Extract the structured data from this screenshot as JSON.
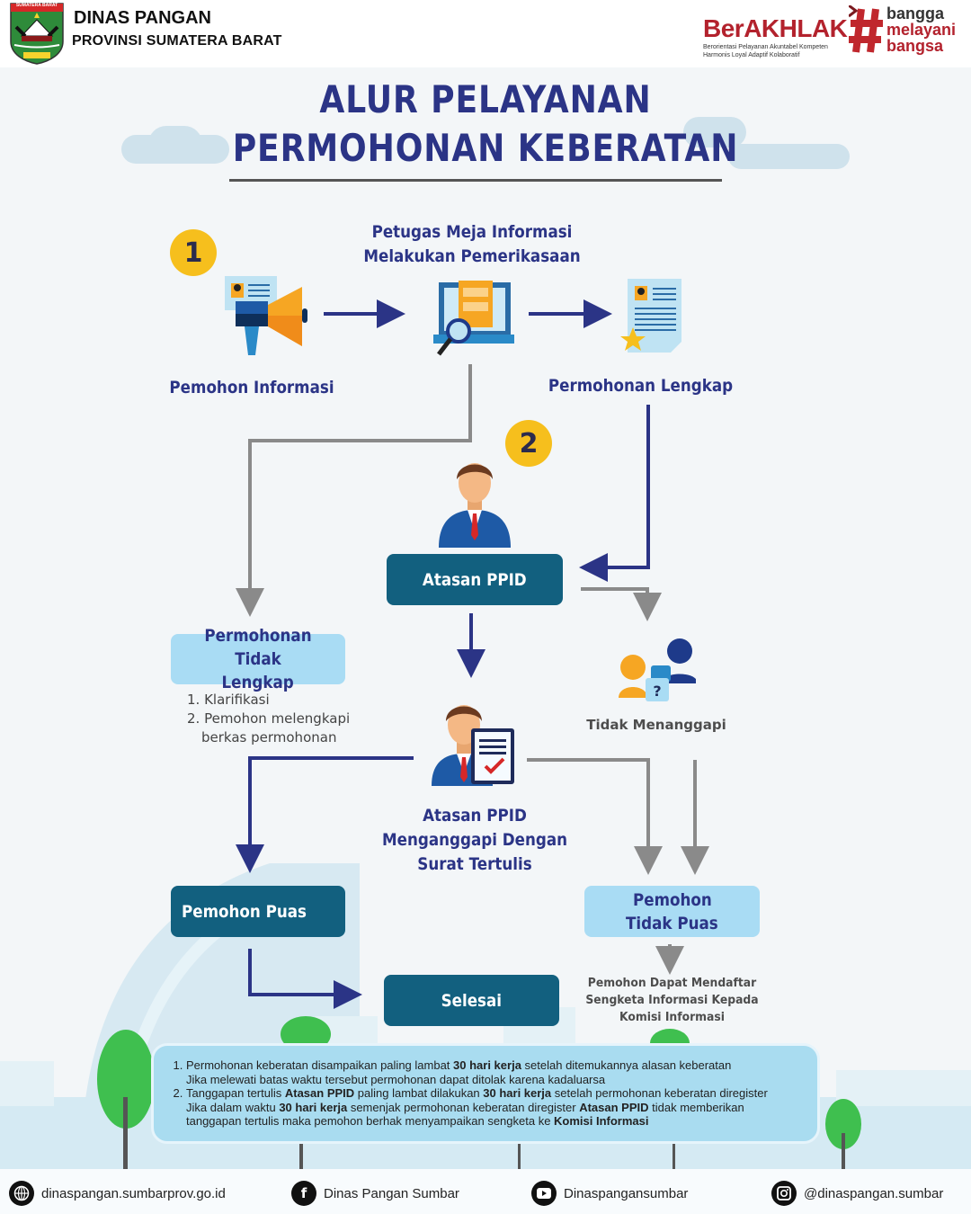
{
  "header": {
    "logo_banner": "SUMATERA BARAT",
    "org_name": "DINAS PANGAN",
    "org_province": "PROVINSI SUMATERA BARAT",
    "campaign": {
      "name": "BerAKHLAK",
      "subtitle_line1": "Berorientasi Pelayanan Akuntabel Kompeten",
      "subtitle_line2": "Harmonis Loyal Adaptif Kolaboratif",
      "hashtag": "#",
      "slogan": [
        "bangga",
        "melayani",
        "bangsa"
      ]
    }
  },
  "title": {
    "line1": "ALUR PELAYANAN",
    "line2": "PERMOHONAN KEBERATAN"
  },
  "flow": {
    "step1_badge": "1",
    "step2_badge": "2",
    "pemohon_informasi": "Pemohon Informasi",
    "petugas_line1": "Petugas Meja Informasi",
    "petugas_line2": "Melakukan Pemerikasaan",
    "permohonan_lengkap": "Permohonan Lengkap",
    "atasan_ppid": "Atasan PPID",
    "tidak_lengkap_line1": "Permohonan Tidak",
    "tidak_lengkap_line2": "Lengkap",
    "tidak_lengkap_steps": [
      "1. Klarifikasi",
      "2. Pemohon melengkapi",
      "berkas permohonan"
    ],
    "tidak_menanggapi": "Tidak Menanggapi",
    "menanggapi_line1": "Atasan PPID",
    "menanggapi_line2": "Menganggapi Dengan",
    "menanggapi_line3": "Surat Tertulis",
    "pemohon_puas": "Pemohon Puas",
    "tidak_puas_line1": "Pemohon",
    "tidak_puas_line2": "Tidak Puas",
    "selesai": "Selesai",
    "sengketa_line1": "Pemohon Dapat Mendaftar",
    "sengketa_line2": "Sengketa Informasi Kepada",
    "sengketa_line3": "Komisi Informasi"
  },
  "notes": {
    "item1_a": "Permohonan keberatan disampaikan paling lambat ",
    "item1_b": "30 hari kerja",
    "item1_c": " setelah ditemukannya alasan keberatan",
    "item1_d": "Jika melewati batas waktu tersebut permohonan dapat ditolak karena kadaluarsa",
    "item2_a": "Tanggapan tertulis ",
    "item2_b": "Atasan PPID",
    "item2_c": " paling lambat dilakukan ",
    "item2_d": "30 hari kerja",
    "item2_e": " setelah permohonan keberatan diregister",
    "item2_f": "Jika dalam waktu ",
    "item2_g": "30 hari kerja",
    "item2_h": " semenjak permohonan keberatan diregister ",
    "item2_i": "Atasan PPID",
    "item2_j": " tidak memberikan",
    "item2_k": "tanggapan tertulis maka pemohon berhak menyampaikan sengketa ke ",
    "item2_l": "Komisi Informasi"
  },
  "footer": {
    "website": "dinaspangan.sumbarprov.go.id",
    "facebook": "Dinas Pangan Sumbar",
    "youtube": "Dinaspangansumbar",
    "instagram": "@dinaspangan.sumbar",
    "icons": [
      "globe-icon",
      "facebook-icon",
      "youtube-icon",
      "instagram-icon"
    ]
  },
  "colors": {
    "title": "#2b3486",
    "dark_box": "#12607f",
    "light_box": "#a9dcf4",
    "badge": "#f6bf1d",
    "arrow_primary": "#2b3486",
    "arrow_secondary": "#8a8a8a",
    "brand_red": "#b3222d"
  }
}
